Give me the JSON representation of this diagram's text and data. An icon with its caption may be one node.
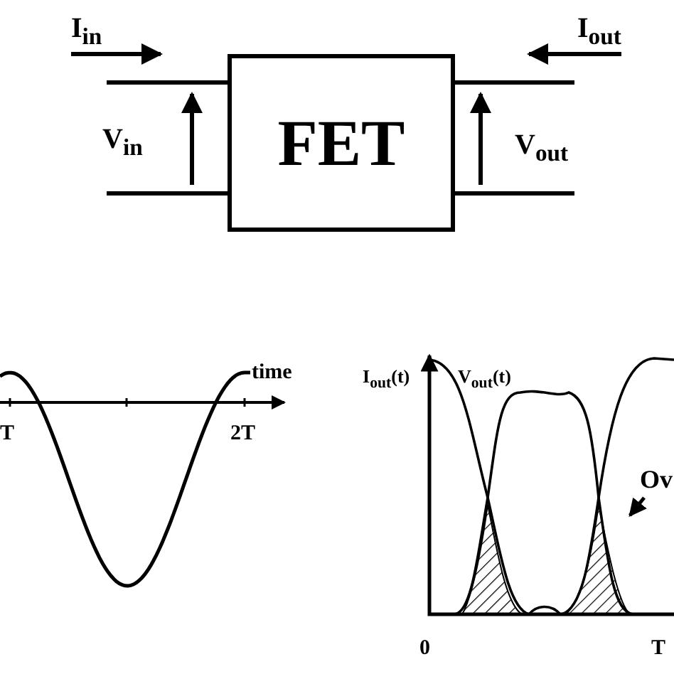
{
  "diagram": {
    "nodes": [
      {
        "text": [
          "FET"
        ]
      },
      {
        "text": [
          "Ov"
        ]
      },
      {
        "text": [],
        "shape": "area"
      },
      {
        "text": [],
        "shape": "area"
      }
    ],
    "edges": [
      {
        "from": 1,
        "to": 3,
        "arrow": "to"
      }
    ],
    "labels": [
      "I$_{in}$",
      "I$_{out}$",
      "V$_{in}$",
      "V$_{out}$",
      "I$_{out}$(t)",
      "V$_{out}$(t)",
      "time",
      "T",
      "2T",
      "0",
      "T"
    ]
  }
}
